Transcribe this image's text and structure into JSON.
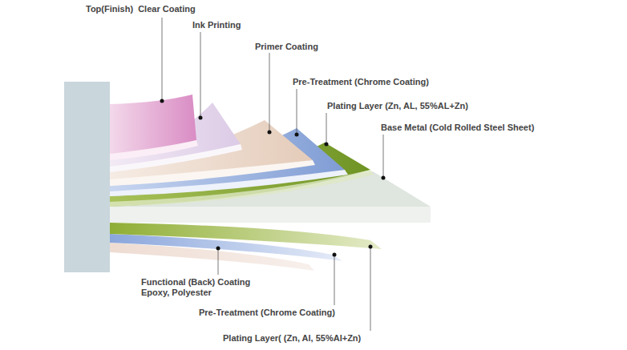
{
  "diagram": {
    "labels": [
      "Top(Finish)  Clear Coating",
      "Ink Printing",
      "Primer Coating",
      "Pre-Treatment (Chrome Coating)",
      "Plating Layer (Zn, AL, 55%AL+Zn)",
      "Base Metal (Cold Rolled Steel Sheet)",
      "Functional (Back) Coating Epoxy, Polyester",
      "Pre-Treatment (Chrome Coating)",
      "Plating Layer( (Zn, Al, 55%Al+Zn)"
    ]
  }
}
